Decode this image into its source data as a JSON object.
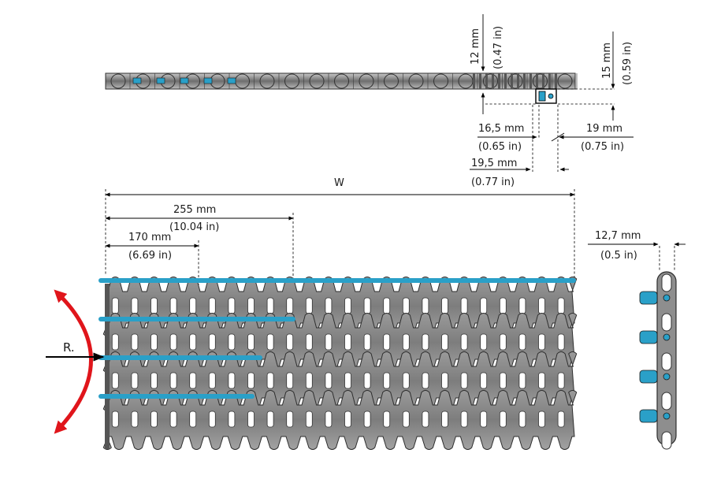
{
  "dimensions": {
    "height_12": {
      "metric": "12 mm",
      "imperial": "(0.47 in)"
    },
    "height_15": {
      "metric": "15 mm",
      "imperial": "(0.59 in)"
    },
    "edge_165": {
      "metric": "16,5 mm",
      "imperial": "(0.65 in)"
    },
    "edge_19": {
      "metric": "19 mm",
      "imperial": "(0.75 in)"
    },
    "edge_195": {
      "metric": "19,5 mm",
      "imperial": "(0.77 in)"
    },
    "width": {
      "label": "W"
    },
    "span_255": {
      "metric": "255 mm",
      "imperial": "(10.04 in)"
    },
    "span_170": {
      "metric": "170 mm",
      "imperial": "(6.69 in)"
    },
    "pitch": {
      "metric": "12,7 mm",
      "imperial": "(0.5 in)"
    },
    "radius": {
      "label": "R."
    }
  },
  "colors": {
    "belt_body": "#8c8c8c",
    "belt_edge": "#2e2e2e",
    "rod": "#2aa0c8",
    "arrow": "#e0151b"
  }
}
